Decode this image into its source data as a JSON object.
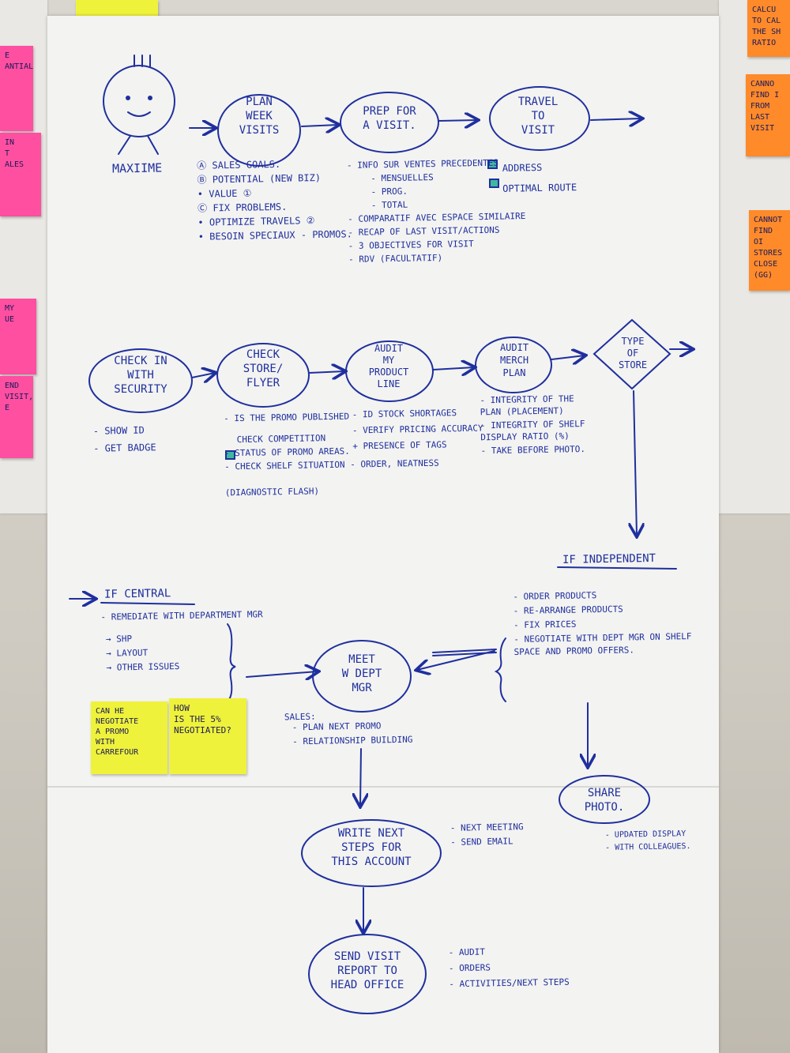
{
  "persona": {
    "name": "MAXIIME"
  },
  "nodes": {
    "plan_week": "PLAN\nWEEK\nVISITS",
    "prep_visit": "PREP FOR\nA VISIT.",
    "travel": "TRAVEL\nTO\nVISIT",
    "check_in": "CHECK IN\nWITH\nSECURITY",
    "check_store": "CHECK\nSTORE/\nFLYER",
    "audit_product": "AUDIT\nMY\nPRODUCT\nLINE",
    "audit_merch": "AUDIT\nMERCH\nPLAN",
    "type_store": "TYPE\nOF\nSTORE",
    "meet_mgr": "MEET\nW DEPT\nMGR",
    "share_photo": "SHARE\nPHOTO.",
    "write_next": "WRITE NEXT\nSTEPS FOR\nTHIS ACCOUNT",
    "send_report": "SEND VISIT\nREPORT TO\nHEAD OFFICE"
  },
  "notes": {
    "plan_week": [
      "Ⓐ SALES GOALS.",
      "Ⓑ POTENTIAL (NEW BIZ)",
      "• VALUE ①",
      "Ⓒ FIX PROBLEMS.",
      "• OPTIMIZE TRAVELS ②",
      "• BESOIN SPECIAUX - PROMOS."
    ],
    "prep_visit": [
      "- INFO SUR VENTES PRECEDENTES",
      "- MENSUELLES",
      "- PROG.",
      "- TOTAL",
      "- COMPARATIF AVEC ESPACE SIMILAIRE",
      "- RECAP OF LAST VISIT/ACTIONS",
      "- 3 OBJECTIVES FOR VISIT",
      "- RDV (FACULTATIF)"
    ],
    "travel": [
      "ADDRESS",
      "OPTIMAL ROUTE"
    ],
    "check_in": [
      "- SHOW ID",
      "- GET BADGE"
    ],
    "check_store": [
      "- IS THE PROMO PUBLISHED",
      "CHECK COMPETITION",
      "- STATUS OF PROMO AREAS.",
      "- CHECK SHELF SITUATION - ORDER, NEATNESS",
      "(DIAGNOSTIC FLASH)"
    ],
    "audit_product": [
      "- ID STOCK SHORTAGES",
      "- VERIFY PRICING ACCURACY",
      "+ PRESENCE OF TAGS"
    ],
    "audit_merch": [
      "- INTEGRITY OF THE PLAN (PLACEMENT)",
      "- INTEGRITY OF SHELF DISPLAY RATIO (%)",
      "- TAKE BEFORE PHOTO."
    ],
    "if_independent_title": "IF INDEPENDENT",
    "if_independent": [
      "- ORDER PRODUCTS",
      "- RE-ARRANGE PRODUCTS",
      "- FIX PRICES",
      "- NEGOTIATE WITH DEPT MGR ON SHELF SPACE AND PROMO OFFERS."
    ],
    "if_central_title": "IF CENTRAL",
    "if_central": [
      "- REMEDIATE WITH DEPARTMENT MGR",
      "→ SHP",
      "→ LAYOUT",
      "→ OTHER ISSUES"
    ],
    "meet_mgr_label": "SALES:",
    "meet_mgr": [
      "- PLAN NEXT PROMO",
      "- RELATIONSHIP BUILDING"
    ],
    "share_photo": [
      "- UPDATED DISPLAY",
      "- WITH COLLEAGUES."
    ],
    "write_next": [
      "- NEXT MEETING",
      "- SEND EMAIL"
    ],
    "send_report": [
      "- AUDIT",
      "- ORDERS",
      "- ACTIVITIES/NEXT STEPS"
    ]
  },
  "stickies": {
    "yellow_1": "CAN HE\nNEGOTIATE\nA PROMO\nWITH\nCARREFOUR",
    "yellow_2": "HOW\nIS THE 5%\nNEGOTIATED?",
    "orange_1": "CALCU\nTO CAL\nTHE SH\nRATIO",
    "orange_2": "CANNO\nFIND I\nFROM\nLAST\nVISIT",
    "orange_3": "CANNOT\nFIND OI\nSTORES\nCLOSE\n(GG)",
    "pink_1": "E\nANTIAL",
    "pink_2": "IN\nT\nALES",
    "pink_3": "MY\nUE",
    "pink_4": "END\nVISIT,\nE"
  },
  "colors": {
    "ink": "#1f2f9e",
    "paper": "#f3f3f1",
    "yellow": "#eff23a",
    "orange": "#ff8a2a",
    "pink": "#ff4fa0"
  }
}
